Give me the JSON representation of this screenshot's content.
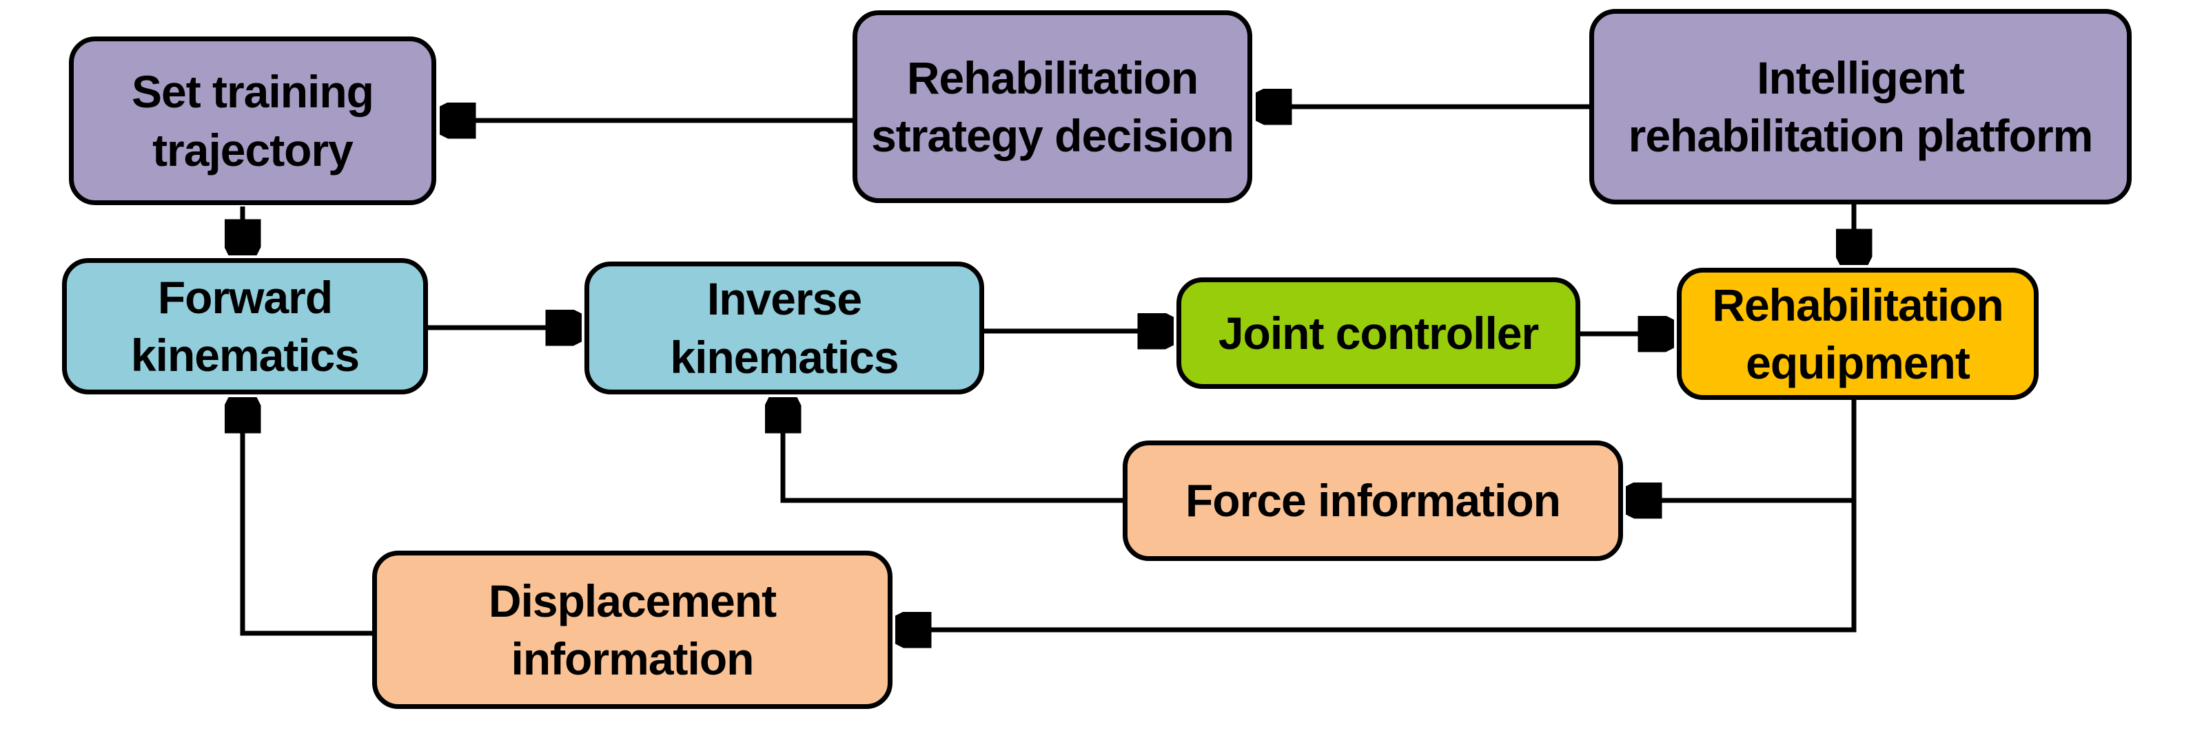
{
  "diagram": {
    "background_color": "#ffffff",
    "border_color": "#000000",
    "edge_color": "#000000",
    "nodes": [
      {
        "id": "set-training-trajectory",
        "label": "Set training\ntrajectory",
        "color": "#A79CC4"
      },
      {
        "id": "rehabilitation-strategy-decision",
        "label": "Rehabilitation\nstrategy decision",
        "color": "#A79CC4"
      },
      {
        "id": "intelligent-rehabilitation-platform",
        "label": "Intelligent\nrehabilitation platform",
        "color": "#A79CC4"
      },
      {
        "id": "forward-kinematics",
        "label": "Forward\nkinematics",
        "color": "#92CDDC"
      },
      {
        "id": "inverse-kinematics",
        "label": "Inverse\nkinematics",
        "color": "#92CDDC"
      },
      {
        "id": "joint-controller",
        "label": "Joint controller",
        "color": "#97CD0A"
      },
      {
        "id": "rehabilitation-equipment",
        "label": "Rehabilitation\nequipment",
        "color": "#FFC000"
      },
      {
        "id": "force-information",
        "label": "Force information",
        "color": "#FAC294"
      },
      {
        "id": "displacement-information",
        "label": "Displacement\ninformation",
        "color": "#FAC294"
      }
    ],
    "edges": [
      {
        "from": "intelligent-rehabilitation-platform",
        "to": "rehabilitation-strategy-decision"
      },
      {
        "from": "rehabilitation-strategy-decision",
        "to": "set-training-trajectory"
      },
      {
        "from": "set-training-trajectory",
        "to": "forward-kinematics"
      },
      {
        "from": "intelligent-rehabilitation-platform",
        "to": "rehabilitation-equipment"
      },
      {
        "from": "forward-kinematics",
        "to": "inverse-kinematics"
      },
      {
        "from": "inverse-kinematics",
        "to": "joint-controller"
      },
      {
        "from": "joint-controller",
        "to": "rehabilitation-equipment"
      },
      {
        "from": "rehabilitation-equipment",
        "to": "force-information"
      },
      {
        "from": "rehabilitation-equipment",
        "to": "displacement-information"
      },
      {
        "from": "force-information",
        "to": "inverse-kinematics"
      },
      {
        "from": "displacement-information",
        "to": "forward-kinematics"
      }
    ]
  }
}
